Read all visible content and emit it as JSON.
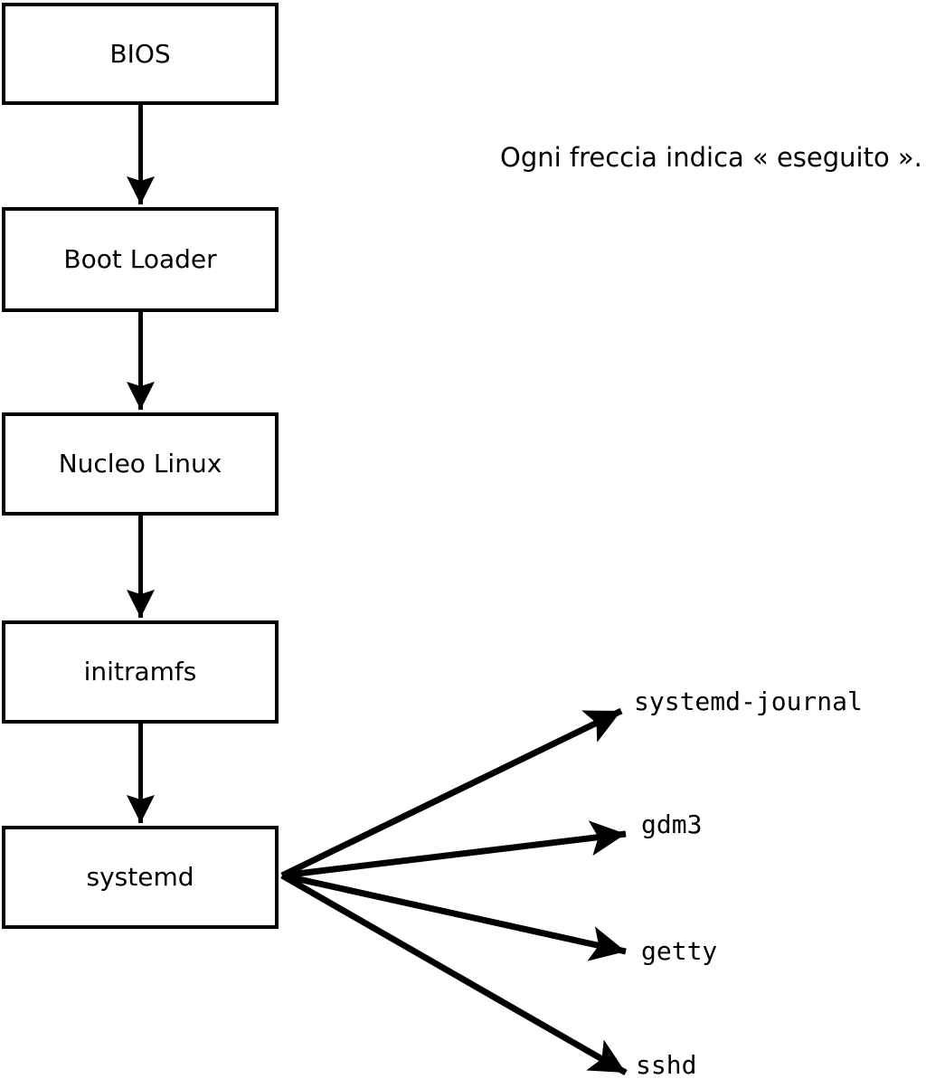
{
  "diagram": {
    "caption": "Ogni freccia indica « eseguito ».",
    "chain": [
      {
        "id": "bios",
        "label": "BIOS"
      },
      {
        "id": "boot-loader",
        "label": "Boot Loader"
      },
      {
        "id": "nucleo-linux",
        "label": "Nucleo Linux"
      },
      {
        "id": "initramfs",
        "label": "initramfs"
      },
      {
        "id": "systemd",
        "label": "systemd"
      }
    ],
    "services": [
      {
        "id": "systemd-journal",
        "label": "systemd-journal"
      },
      {
        "id": "gdm3",
        "label": "gdm3"
      },
      {
        "id": "getty",
        "label": "getty"
      },
      {
        "id": "sshd",
        "label": "sshd"
      }
    ],
    "edges": {
      "chain_arrows": [
        "BIOS -> Boot Loader",
        "Boot Loader -> Nucleo Linux",
        "Nucleo Linux -> initramfs",
        "initramfs -> systemd"
      ],
      "fanout_arrows": [
        "systemd -> systemd-journal",
        "systemd -> gdm3",
        "systemd -> getty",
        "systemd -> sshd"
      ]
    },
    "colors": {
      "stroke": "#000000",
      "background": "#ffffff",
      "box_fill": "#ffffff"
    }
  }
}
